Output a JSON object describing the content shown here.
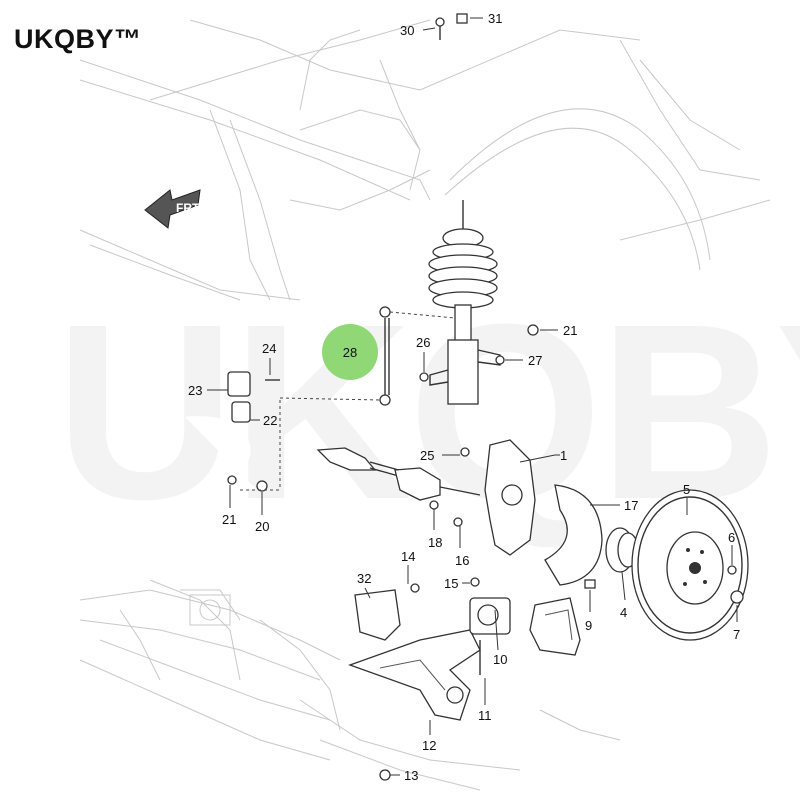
{
  "brand": {
    "logo_text": "UKQBY™"
  },
  "watermark": {
    "text": "UKQBY™"
  },
  "highlight": {
    "label": "28",
    "color": "#8fd875"
  },
  "arrow_label": "FRT",
  "callouts": [
    "30",
    "31",
    "21",
    "27",
    "26",
    "24",
    "23",
    "22",
    "25",
    "1",
    "17",
    "5",
    "6",
    "7",
    "4",
    "9",
    "16",
    "18",
    "15",
    "14",
    "32",
    "10",
    "11",
    "12",
    "13",
    "21",
    "20"
  ]
}
